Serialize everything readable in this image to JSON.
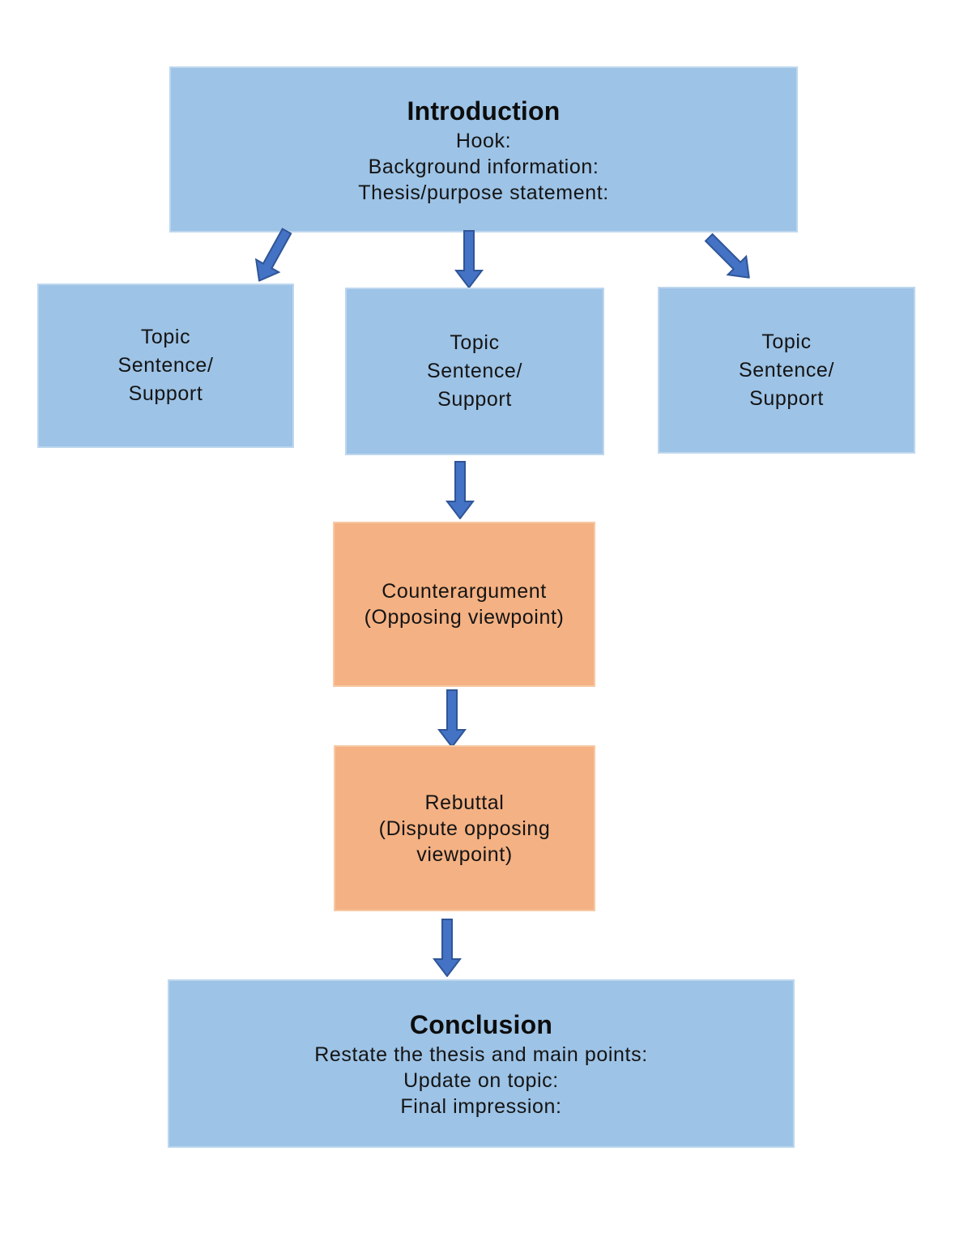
{
  "page": {
    "background": "#ffffff",
    "kind": "essay-structure-flowchart"
  },
  "colors": {
    "box_blue": "#9DC3E6",
    "box_blue_border": "#BDD7EE",
    "box_orange": "#F4B183",
    "box_orange_border": "#F7C9A4",
    "arrow_fill": "#4472C4",
    "arrow_stroke": "#2F5597",
    "text": "#141414"
  },
  "icons": {
    "arrow": "block-arrow-down-icon"
  },
  "nodes": {
    "introduction": {
      "title": "Introduction",
      "lines": [
        "Hook:",
        "Background information:",
        "Thesis/purpose statement:"
      ]
    },
    "topic1": {
      "lines": [
        "Topic",
        "Sentence/",
        "Support"
      ]
    },
    "topic2": {
      "lines": [
        "Topic",
        "Sentence/",
        "Support"
      ]
    },
    "topic3": {
      "lines": [
        "Topic",
        "Sentence/",
        "Support"
      ]
    },
    "counterargument": {
      "lines": [
        "Counterargument",
        "(Opposing viewpoint)"
      ]
    },
    "rebuttal": {
      "lines": [
        "Rebuttal",
        "(Dispute opposing",
        "viewpoint)"
      ]
    },
    "conclusion": {
      "title": "Conclusion",
      "lines": [
        "Restate the thesis and main points:",
        "Update on topic:",
        "Final impression:"
      ]
    }
  }
}
